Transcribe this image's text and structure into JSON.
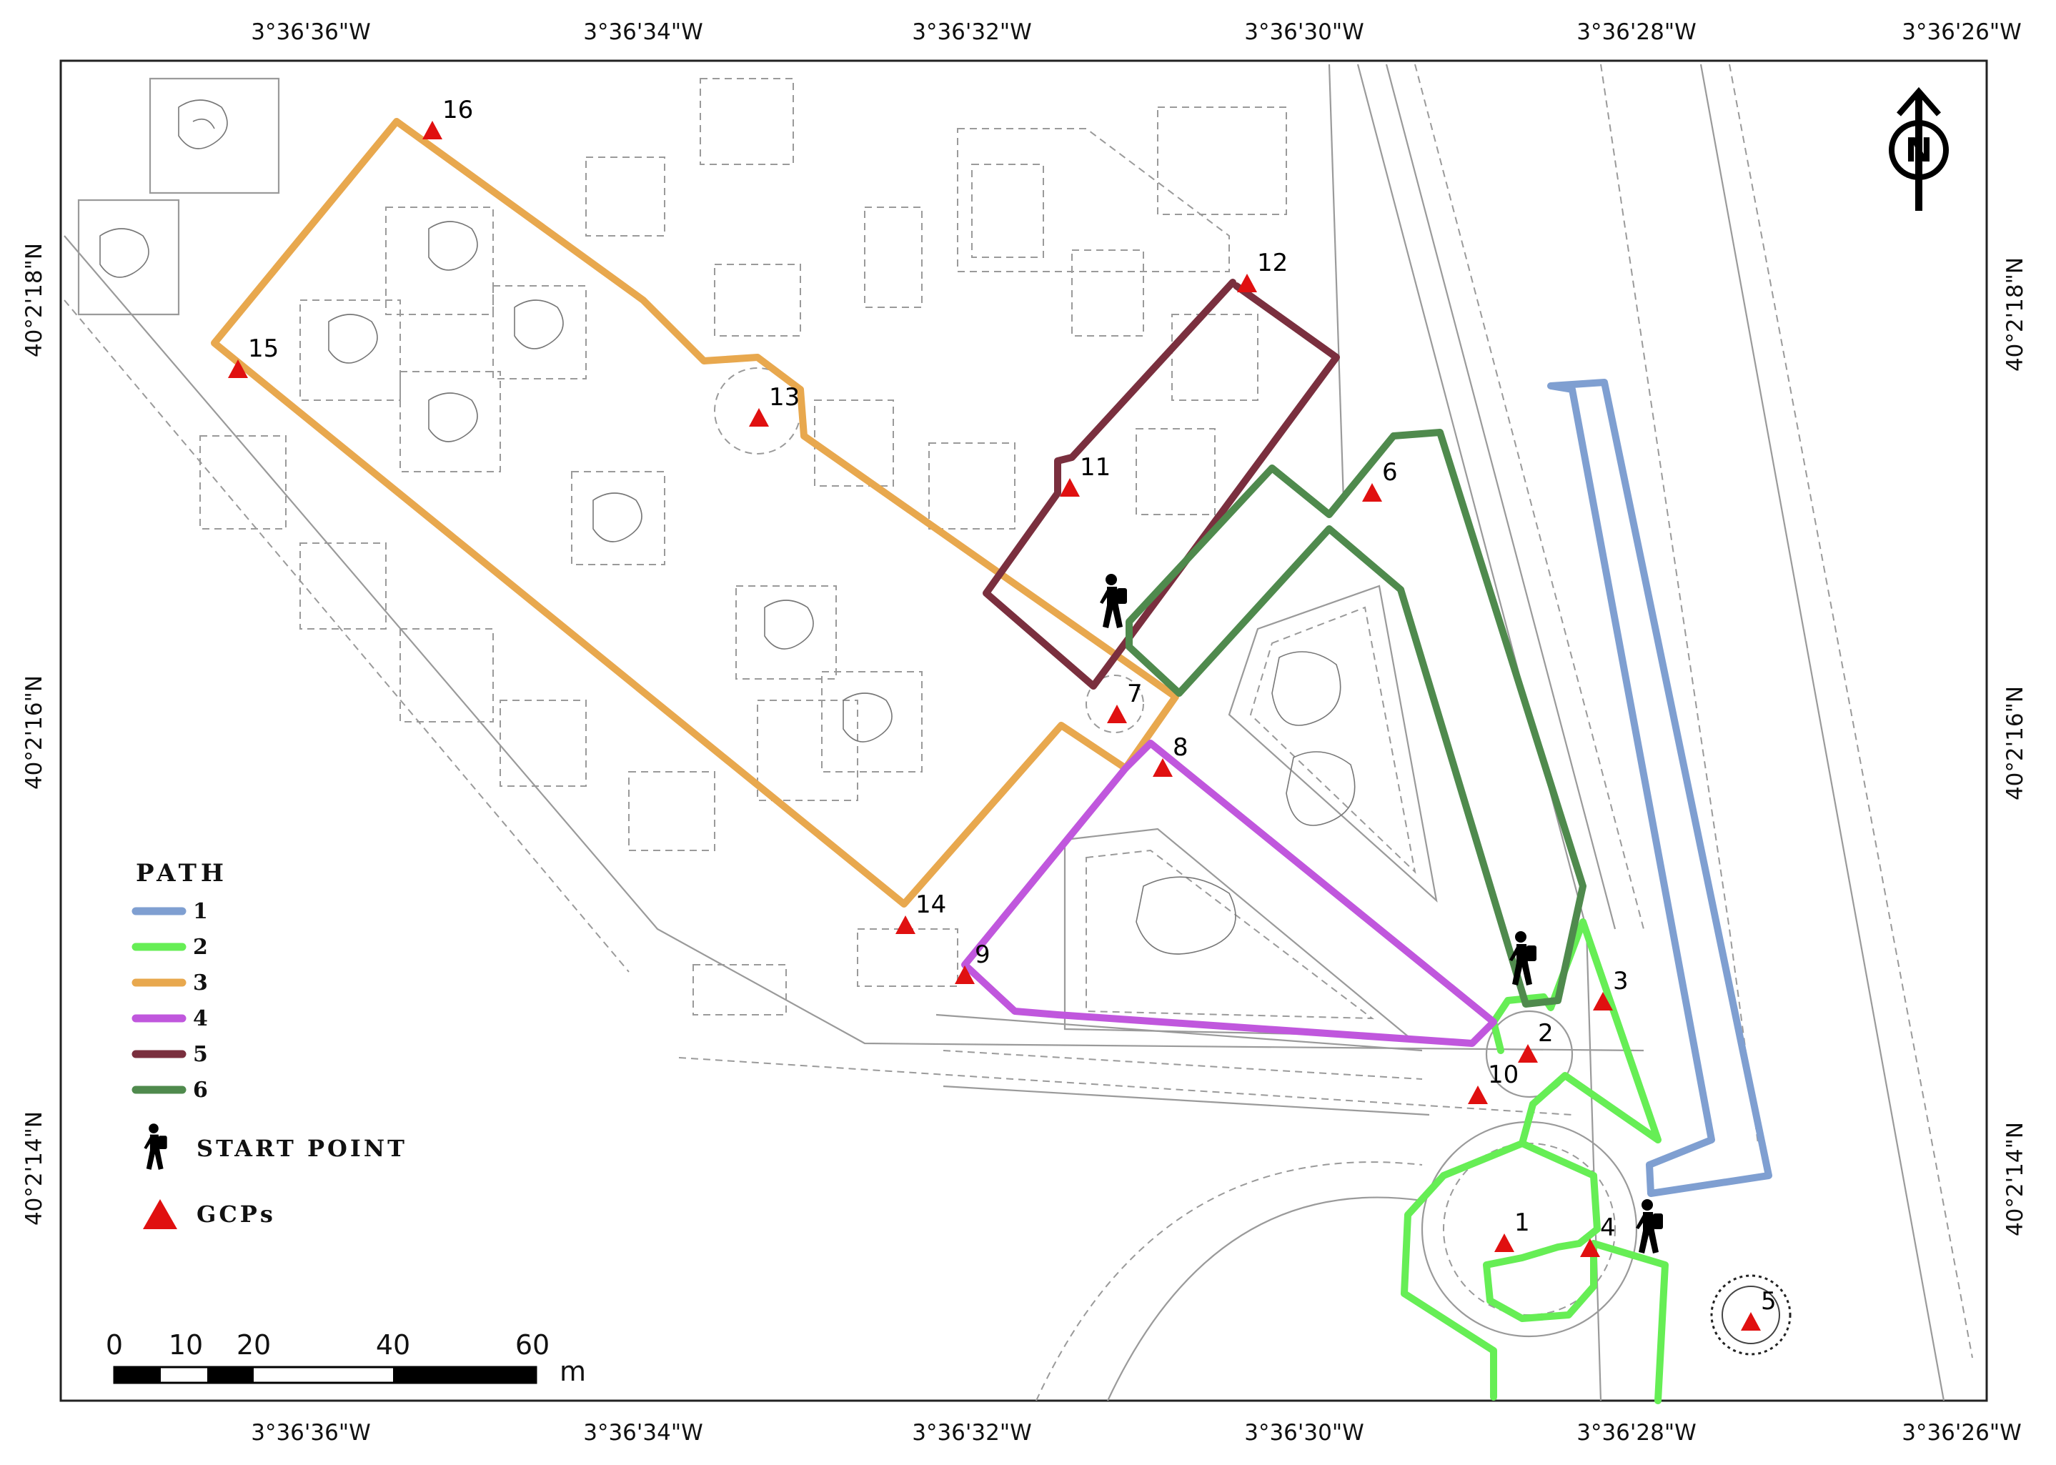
{
  "map": {
    "top_longitudes": [
      "3°36'36\"W",
      "3°36'34\"W",
      "3°36'32\"W",
      "3°36'30\"W",
      "3°36'28\"W",
      "3°36'26\"W"
    ],
    "bottom_longitudes": [
      "3°36'36\"W",
      "3°36'34\"W",
      "3°36'32\"W",
      "3°36'30\"W",
      "3°36'28\"W",
      "3°36'26\"W"
    ],
    "left_latitudes": [
      "40°2'18\"N",
      "40°2'16\"N",
      "40°2'14\"N"
    ],
    "right_latitudes": [
      "40°2'18\"N",
      "40°2'16\"N",
      "40°2'14\"N"
    ],
    "north_label": "N",
    "gcps": [
      {
        "id": "1",
        "label": "1"
      },
      {
        "id": "2",
        "label": "2"
      },
      {
        "id": "3",
        "label": "3"
      },
      {
        "id": "4",
        "label": "4"
      },
      {
        "id": "5",
        "label": "5"
      },
      {
        "id": "6",
        "label": "6"
      },
      {
        "id": "7",
        "label": "7"
      },
      {
        "id": "8",
        "label": "8"
      },
      {
        "id": "9",
        "label": "9"
      },
      {
        "id": "10",
        "label": "10"
      },
      {
        "id": "11",
        "label": "11"
      },
      {
        "id": "12",
        "label": "12"
      },
      {
        "id": "13",
        "label": "13"
      },
      {
        "id": "14",
        "label": "14"
      },
      {
        "id": "15",
        "label": "15"
      },
      {
        "id": "16",
        "label": "16"
      }
    ],
    "paths": [
      {
        "id": "1",
        "label": "1",
        "color": "#7f9fd1"
      },
      {
        "id": "2",
        "label": "2",
        "color": "#66ee55"
      },
      {
        "id": "3",
        "label": "3",
        "color": "#e8a84e"
      },
      {
        "id": "4",
        "label": "4",
        "color": "#c057dd"
      },
      {
        "id": "5",
        "label": "5",
        "color": "#7a2f3e"
      },
      {
        "id": "6",
        "label": "6",
        "color": "#4f8a4d"
      }
    ],
    "gcp_color": "#e01010",
    "legend": {
      "title": "PATH",
      "start_point": "START POINT",
      "gcps": "GCPs"
    },
    "scale_bar": {
      "ticks": [
        "0",
        "10",
        "20",
        "40",
        "60"
      ],
      "unit": "m"
    }
  }
}
